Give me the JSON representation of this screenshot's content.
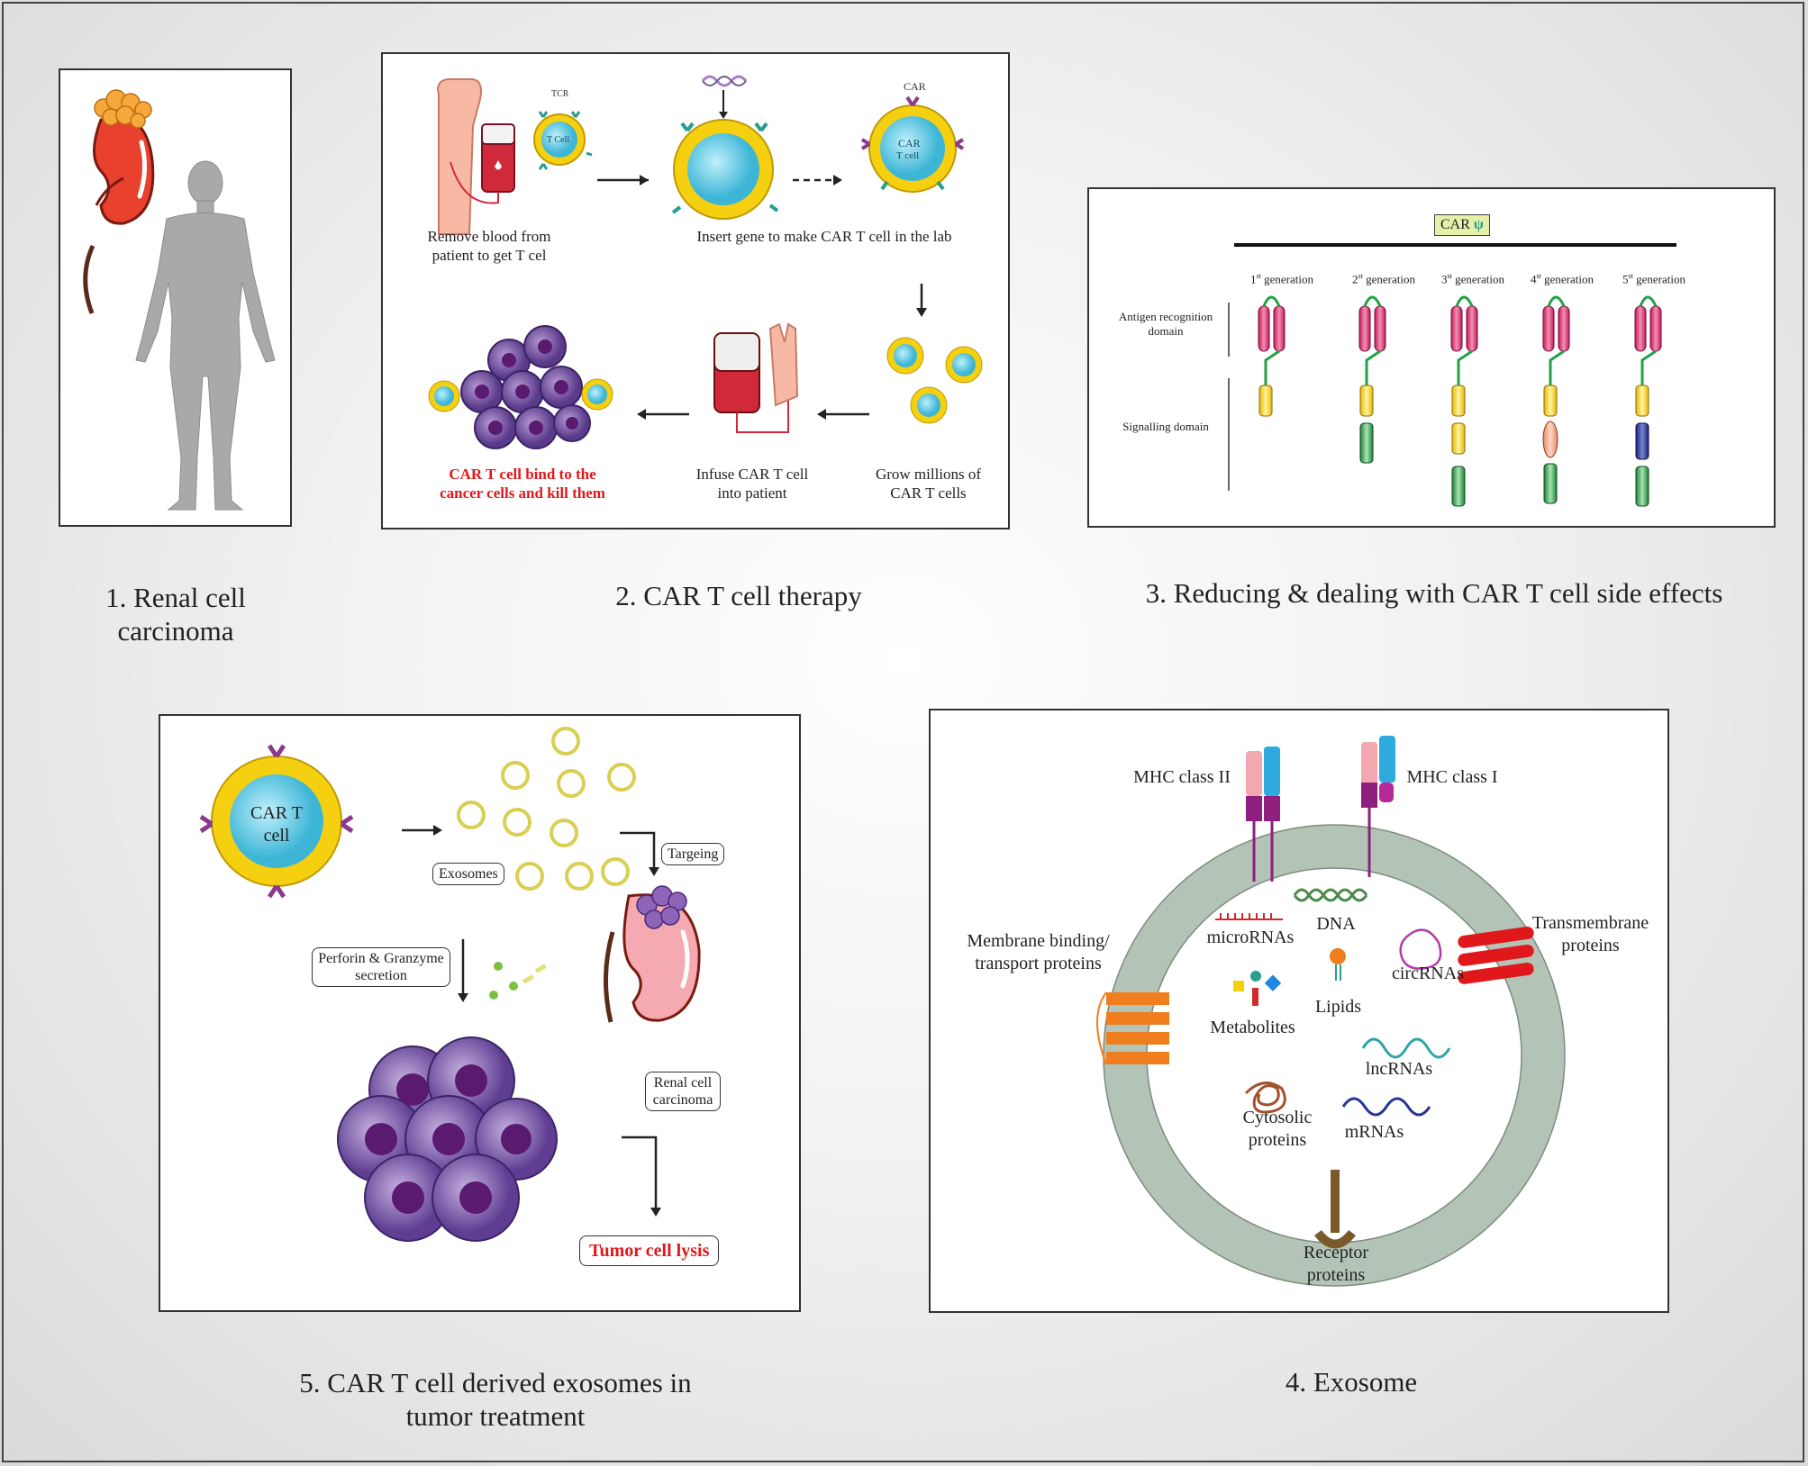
{
  "captions": {
    "p1": "1. Renal cell carcinoma",
    "p2": "2. CAR T cell therapy",
    "p3": "3. Reducing & dealing with CAR T cell side effects",
    "p4": "4. Exosome",
    "p5": "5. CAR T cell derived exosomes in tumor treatment"
  },
  "therapy": {
    "tcr": "TCR",
    "tcell": "T Cell",
    "car": "CAR",
    "car_t_cell": "CAR T cell",
    "step1": "Remove blood from patient to get T cel",
    "step2": "Insert gene to make CAR T cell in the lab",
    "step3": "Grow millions of CAR T cells",
    "step4": "Infuse CAR T cell into patient",
    "step5": "CAR T cell bind to the cancer cells and kill them"
  },
  "generations": {
    "legend": "CAR",
    "antigen_domain": "Antigen recognition domain",
    "signalling_domain": "Signalling domain",
    "items": [
      {
        "num": "1",
        "sup": "st",
        "label": "generation"
      },
      {
        "num": "2",
        "sup": "st",
        "label": "generation"
      },
      {
        "num": "3",
        "sup": "st",
        "label": "generation"
      },
      {
        "num": "4",
        "sup": "st",
        "label": "generation"
      },
      {
        "num": "5",
        "sup": "st",
        "label": "generation"
      }
    ]
  },
  "exosome": {
    "mhc2": "MHC class II",
    "mhc1": "MHC class I",
    "membrane_binding": "Membrane binding/ transport proteins",
    "transmembrane": "Transmembrane proteins",
    "microrna": "microRNAs",
    "dna": "DNA",
    "circrna": "circRNAs",
    "lipids": "Lipids",
    "metabolites": "Metabolites",
    "lncrna": "lncRNAs",
    "cytosolic": "Cytosolic proteins",
    "mrna": "mRNAs",
    "receptor": "Receptor proteins",
    "colors": {
      "ring": "#b3c4b6",
      "red": "#e0181b",
      "orange": "#f07d1e",
      "purple": "#8b1f7e"
    }
  },
  "treatment": {
    "car_t_cell": "CAR T cell",
    "exosomes": "Exosomes",
    "targeting": "Targeing",
    "perforin": "Perforin & Granzyme secretion",
    "renal": "Renal cell carcinoma",
    "lysis": "Tumor cell lysis"
  }
}
